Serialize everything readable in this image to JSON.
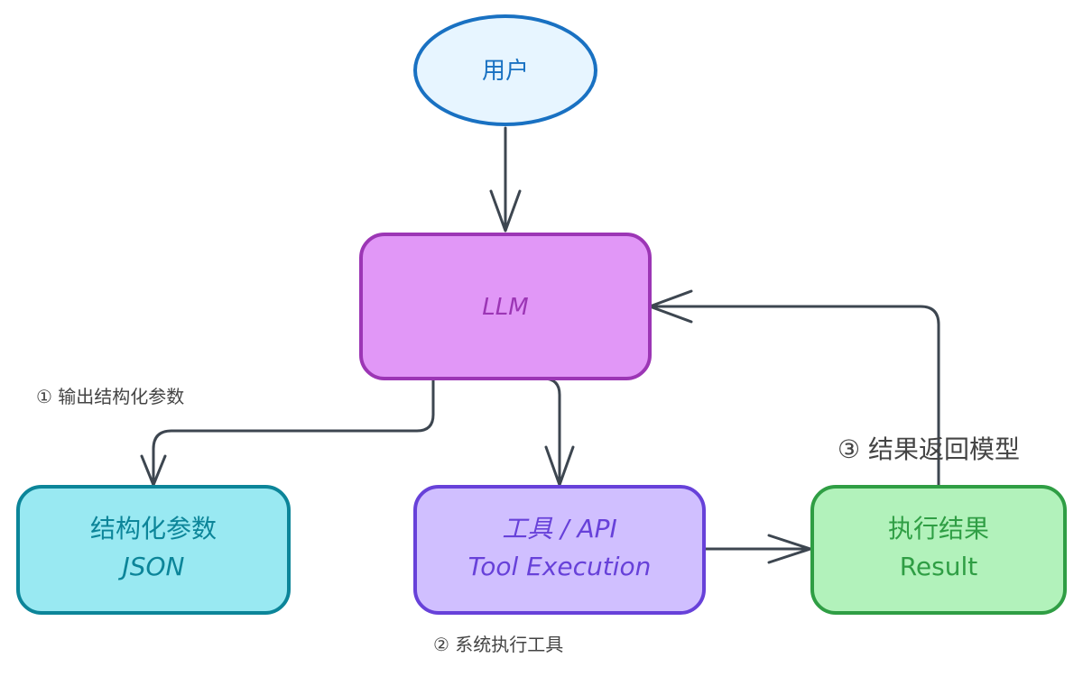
{
  "nodes": {
    "user": {
      "label": "用户",
      "fill": "#e7f5ff",
      "stroke": "#1971c2",
      "text_color": "#1971c2"
    },
    "llm": {
      "label": "LLM",
      "fill": "#e197f7",
      "stroke": "#9c36b5",
      "text_color": "#9c36b5"
    },
    "structured": {
      "line1": "结构化参数",
      "line2": "JSON",
      "fill": "#99e9f2",
      "stroke": "#0c8599",
      "text_color": "#0c8599"
    },
    "tool": {
      "line1": "工具 / API",
      "line2": "Tool Execution",
      "fill": "#d0bfff",
      "stroke": "#6741d9",
      "text_color": "#6741d9"
    },
    "result": {
      "line1": "执行结果",
      "line2": "Result",
      "fill": "#b2f2bb",
      "stroke": "#2f9e44",
      "text_color": "#2f9e44"
    }
  },
  "labels": {
    "step1": "① 输出结构化参数",
    "step2": "② 系统执行工具",
    "step3": "③ 结果返回模型"
  },
  "colors": {
    "arrow": "#343a40",
    "label": "#444444"
  }
}
